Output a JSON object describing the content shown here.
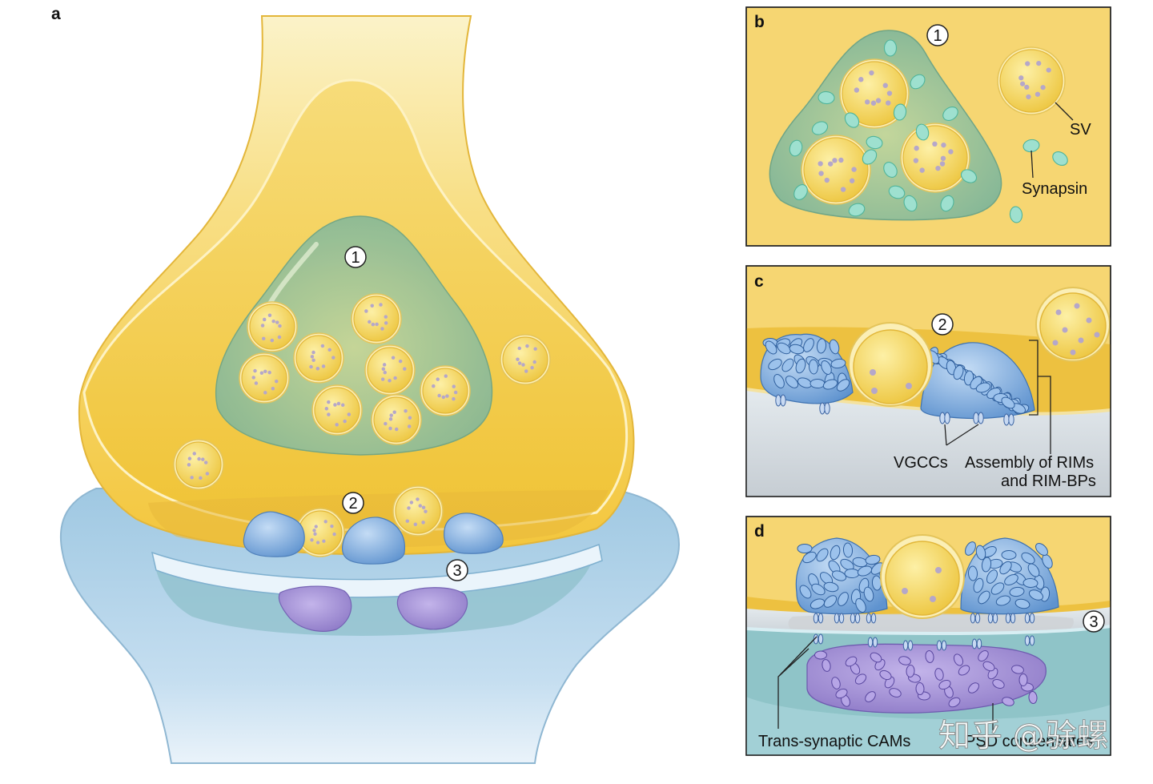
{
  "panels": {
    "a": {
      "letter": "a",
      "markers": [
        "1",
        "2",
        "3"
      ]
    },
    "b": {
      "letter": "b",
      "marker": "1",
      "labels": {
        "sv": "SV",
        "synapsin": "Synapsin"
      }
    },
    "c": {
      "letter": "c",
      "marker": "2",
      "labels": {
        "vgcc": "VGCCs",
        "assembly_line1": "Assembly of RIMs",
        "assembly_line2": "and RIM-BPs"
      }
    },
    "d": {
      "letter": "d",
      "marker": "3",
      "labels": {
        "cams": "Trans-synaptic CAMs",
        "psd": "PSD condensates"
      }
    }
  },
  "watermark": "知乎 @𬳿螺",
  "colors": {
    "presynaptic_yellow": "#f5cf4a",
    "condensate_green": "#9fc59b",
    "postsynaptic_blue": "#a9cfe6",
    "rim_blue": "#6d9fd6",
    "psd_purple": "#9a86d0",
    "synapsin_cyan": "#8fd6c3"
  }
}
